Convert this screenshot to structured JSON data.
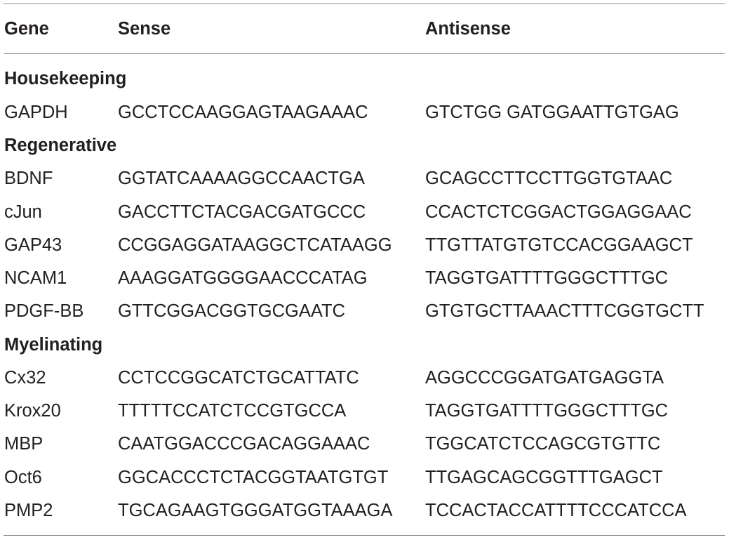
{
  "header": {
    "gene": "Gene",
    "sense": "Sense",
    "antisense": "Antisense"
  },
  "groups": [
    {
      "label": "Housekeeping",
      "rows": [
        {
          "gene": "GAPDH",
          "sense": "GCCTCCAAGGAGTAAGAAAC",
          "antisense": "GTCTGG GATGGAATTGTGAG"
        }
      ]
    },
    {
      "label": "Regenerative",
      "rows": [
        {
          "gene": "BDNF",
          "sense": "GGTATCAAAAGGCCAACTGA",
          "antisense": "GCAGCCTTCCTTGGTGTAAC"
        },
        {
          "gene": "cJun",
          "sense": "GACCTTCTACGACGATGCCC",
          "antisense": "CCACTCTCGGACTGGAGGAAC"
        },
        {
          "gene": "GAP43",
          "sense": "CCGGAGGATAAGGCTCATAAGG",
          "antisense": "TTGTTATGTGTCCACGGAAGCT"
        },
        {
          "gene": "NCAM1",
          "sense": "AAAGGATGGGGAACCCATAG",
          "antisense": "TAGGTGATTTTGGGCTTTGC"
        },
        {
          "gene": "PDGF-BB",
          "sense": "GTTCGGACGGTGCGAATC",
          "antisense": "GTGTGCTTAAACTTTCGGTGCTT"
        }
      ]
    },
    {
      "label": "Myelinating",
      "rows": [
        {
          "gene": "Cx32",
          "sense": "CCTCCGGCATCTGCATTATC",
          "antisense": "AGGCCCGGATGATGAGGTA"
        },
        {
          "gene": "Krox20",
          "sense": "TTTTTCCATCTCCGTGCCA",
          "antisense": "TAGGTGATTTTGGGCTTTGC"
        },
        {
          "gene": "MBP",
          "sense": "CAATGGACCCGACAGGAAAC",
          "antisense": "TGGCATCTCCAGCGTGTTC"
        },
        {
          "gene": "Oct6",
          "sense": "GGCACCCTCTACGGTAATGTGT",
          "antisense": "TTGAGCAGCGGTTTGAGCT"
        },
        {
          "gene": "PMP2",
          "sense": "TGCAGAAGTGGGATGGTAAAGA",
          "antisense": "TCCACTACCATTTTCCCATCCA"
        }
      ]
    }
  ]
}
